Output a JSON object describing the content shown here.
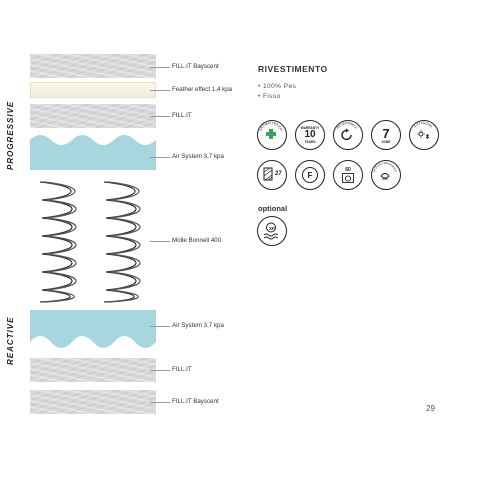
{
  "side_labels": {
    "top": "PROGRESSIVE",
    "bottom": "REACTIVE"
  },
  "layers": [
    {
      "label": "FILL.IT Bayscent"
    },
    {
      "label": "Feather effect 1,4 kpa"
    },
    {
      "label": "FILL.IT"
    },
    {
      "label": "Air System 3,7 kpa"
    },
    {
      "label": "Molle Bonnell 400"
    },
    {
      "label": "Air System 3,7 kpa"
    },
    {
      "label": "FILL.IT"
    },
    {
      "label": "FILL.IT Bayscent"
    }
  ],
  "cover": {
    "title": "RIVESTIMENTO",
    "bullets": [
      "100% Pes",
      "Fisso"
    ]
  },
  "icons": {
    "antibacterial": {
      "name": "antibacterial-icon",
      "ring_text": "ANTIBATTERICO"
    },
    "warranty": {
      "name": "warranty-icon",
      "top": "WARRANTY",
      "value": "10",
      "bottom": "YEARS"
    },
    "reversible": {
      "name": "reversible-icon",
      "ring_text": "REVERSIBILE"
    },
    "zones": {
      "name": "zones-icon",
      "value": "7",
      "bottom": "ZONE"
    },
    "seasons": {
      "name": "seasons-icon",
      "ring_text": "4 STAGIONI"
    },
    "height": {
      "name": "height-icon",
      "value": "27"
    },
    "firmness": {
      "name": "firmness-icon",
      "value": "F"
    },
    "wash": {
      "name": "wash-icon",
      "value": "60"
    },
    "hypoallergenic": {
      "name": "hypoallergenic-icon",
      "ring_text": "HYPOALLERGENICO"
    },
    "xf": {
      "name": "xf-icon",
      "value": "XF"
    }
  },
  "optional_label": "optional",
  "page_number": "29",
  "colors": {
    "air_system": "#a7d6df",
    "fill": "#d7d8da",
    "feather": "#f6f1e3",
    "accent_green": "#35a35a"
  }
}
